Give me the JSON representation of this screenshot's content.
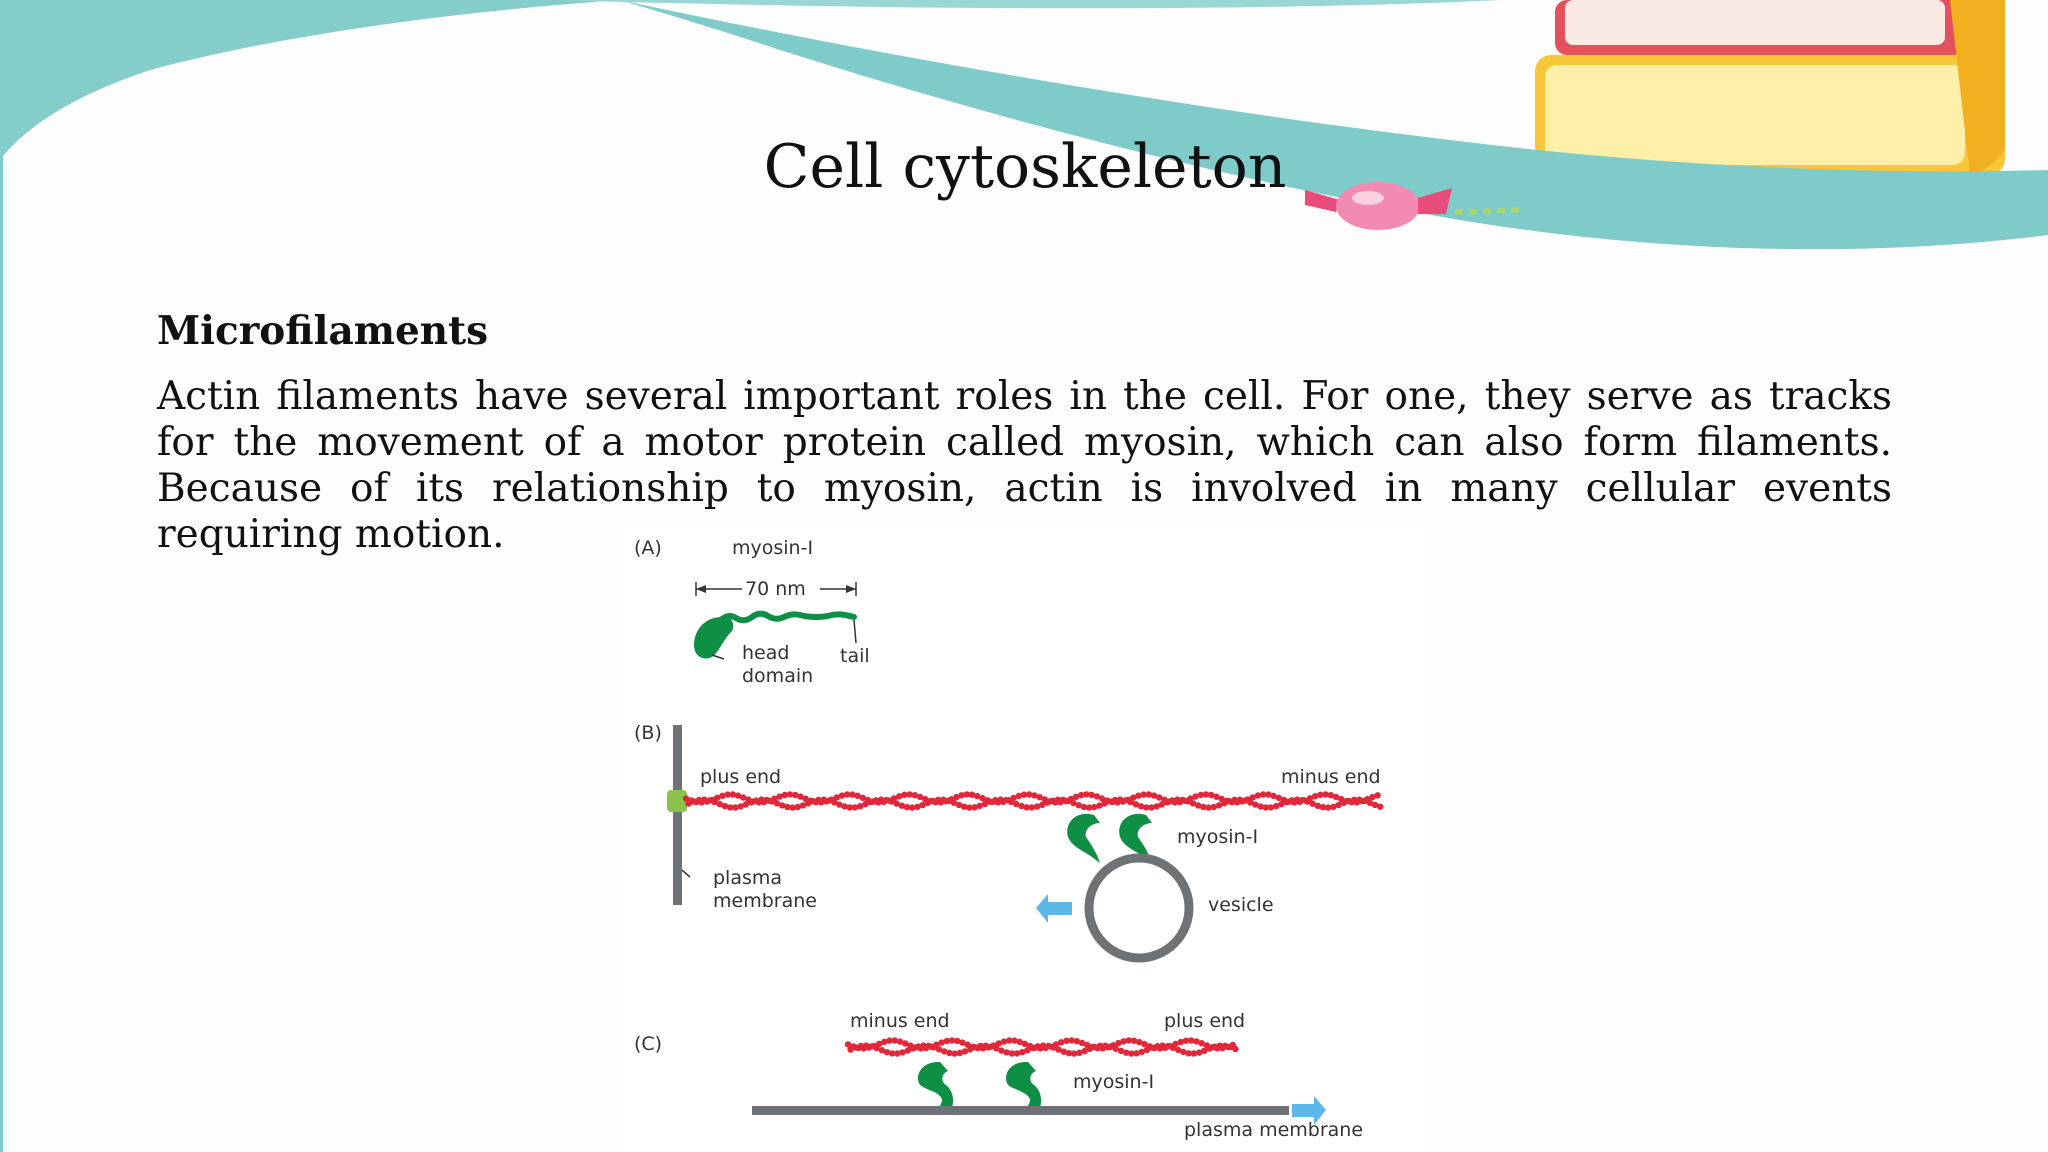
{
  "slide": {
    "title": "Cell cytoskeleton",
    "heading": "Microfilaments",
    "paragraph": "Actin filaments have several important roles in the cell. For one, they serve as tracks for the movement of a motor protein called myosin, which can also form filaments. Because of its relationship to myosin, actin is involved in many cellular events requiring motion."
  },
  "figure": {
    "panel_a": {
      "label": "(A)",
      "name": "myosin-I",
      "length": "70 nm",
      "head_label_1": "head",
      "head_label_2": "domain",
      "tail_label": "tail"
    },
    "panel_b": {
      "label": "(B)",
      "plus_end": "plus end",
      "minus_end": "minus end",
      "myosin": "myosin-I",
      "membrane_1": "plasma",
      "membrane_2": "membrane",
      "vesicle": "vesicle"
    },
    "panel_c": {
      "label": "(C)",
      "minus_end": "minus end",
      "plus_end": "plus end",
      "myosin": "myosin-I",
      "membrane": "plasma membrane"
    }
  },
  "colors": {
    "teal": "#7ecbc9",
    "actin_red": "#e0283a",
    "myosin_green": "#0f8f45",
    "membrane_gray": "#6f7275",
    "arrow_blue": "#5bb8e8"
  }
}
